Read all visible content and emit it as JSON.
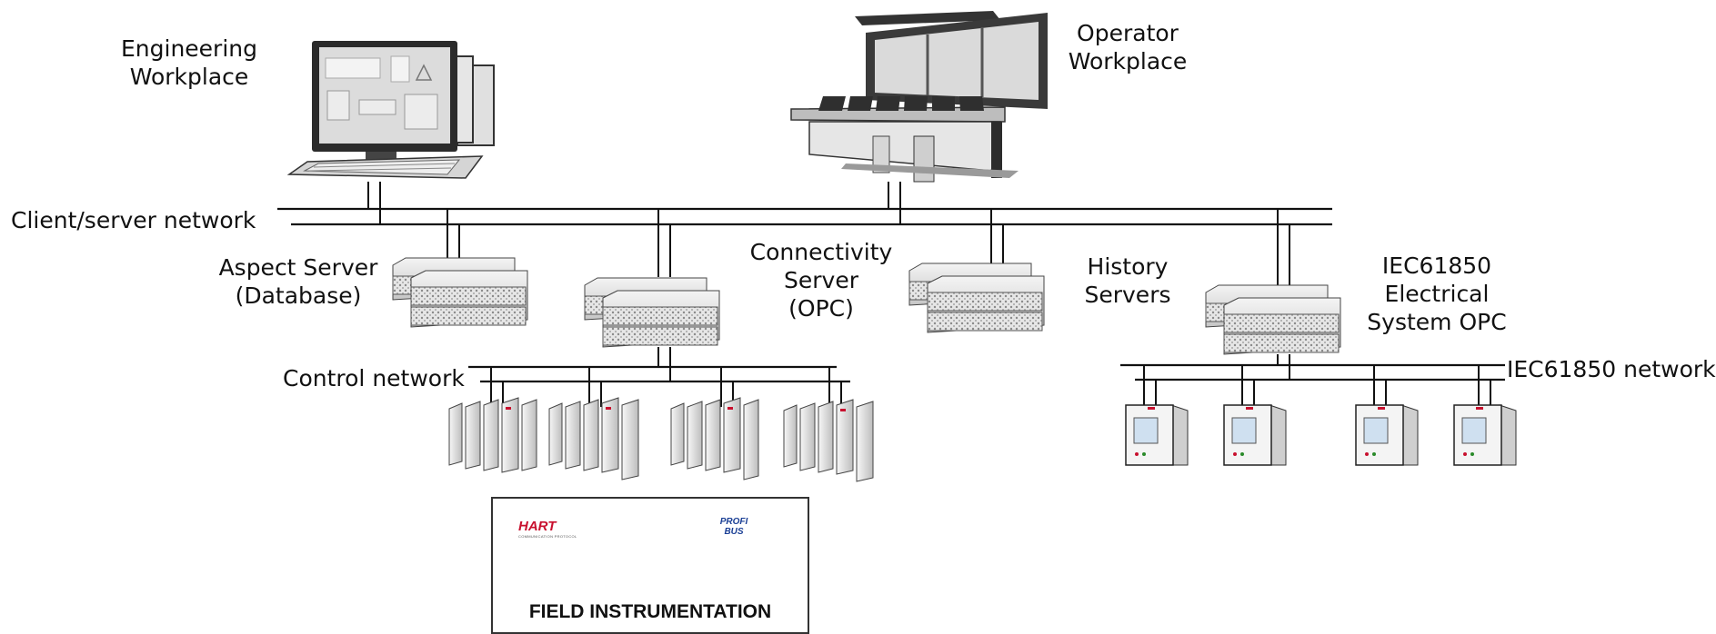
{
  "labels": {
    "engineering": [
      "Engineering",
      "Workplace"
    ],
    "operator": [
      "Operator",
      "Workplace"
    ],
    "client_server": "Client/server network",
    "aspect_server": [
      "Aspect Server",
      "(Database)"
    ],
    "connectivity": [
      "Connectivity",
      "Server",
      "(OPC)"
    ],
    "history": [
      "History",
      "Servers"
    ],
    "iec_opc": [
      "IEC61850",
      "Electrical",
      "System OPC"
    ],
    "control_network": "Control network",
    "iec_network": "IEC61850 network",
    "field_title": "FIELD INSTRUMENTATION",
    "hart_logo": "HART",
    "hart_logo_sub": "COMMUNICATION PROTOCOL",
    "profibus_logo": [
      "PROFI",
      "BUS"
    ]
  },
  "colors": {
    "line": "#111111",
    "server_gray": "#d9d9d9",
    "hart_red": "#c8102e",
    "profibus_blue": "#1a3f95"
  }
}
